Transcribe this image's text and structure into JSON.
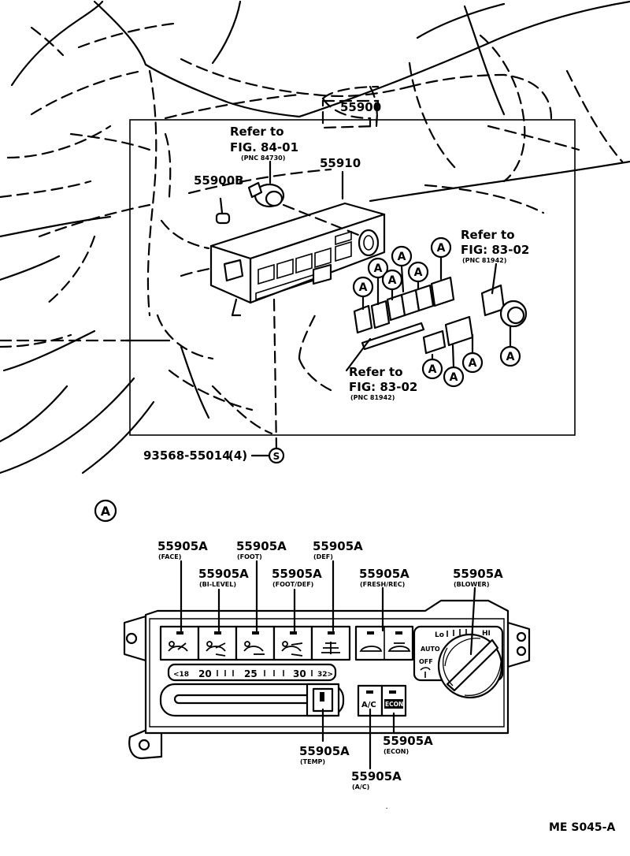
{
  "upper": {
    "refer_1": {
      "line1": "Refer to",
      "line2": "FIG. 84-01",
      "pnc": "(PNC 84730)"
    },
    "part_55900": "55900",
    "part_55910": "55910",
    "part_55900B": "55900B",
    "refer_2": {
      "line1": "Refer to",
      "line2": "FIG: 83-02",
      "pnc": "(PNC 81942)"
    },
    "refer_3": {
      "line1": "Refer to",
      "line2": "FIG: 83-02",
      "pnc": "(PNC 81942)"
    },
    "screw_part": "93568-55014",
    "screw_qty": "(4)",
    "screw_symbol": "S"
  },
  "callout_symbol": "A",
  "detail": {
    "labels": {
      "face": {
        "part": "55905A",
        "note": "(FACE)"
      },
      "bi_level": {
        "part": "55905A",
        "note": "(BI-LEVEL)"
      },
      "foot": {
        "part": "55905A",
        "note": "(FOOT)"
      },
      "foot_def": {
        "part": "55905A",
        "note": "(FOOT/DEF)"
      },
      "def": {
        "part": "55905A",
        "note": "(DEF)"
      },
      "fresh_rec": {
        "part": "55905A",
        "note": "(FRESH/REC)"
      },
      "blower": {
        "part": "55905A",
        "note": "(BLOWER)"
      },
      "temp": {
        "part": "55905A",
        "note": "(TEMP)"
      },
      "econ": {
        "part": "55905A",
        "note": "(ECON)"
      },
      "ac": {
        "part": "55905A",
        "note": "(A/C)"
      }
    },
    "temp_scale": {
      "left": "<18",
      "t20": "20",
      "t25": "25",
      "t30": "30",
      "right": "32>"
    },
    "blower_marks": {
      "lo": "Lo",
      "hi": "HI",
      "auto": "AUTO",
      "off": "OFF"
    },
    "ac_button": "A/C",
    "econ_button": "ECON"
  },
  "footer_code": "ME  S045-A"
}
